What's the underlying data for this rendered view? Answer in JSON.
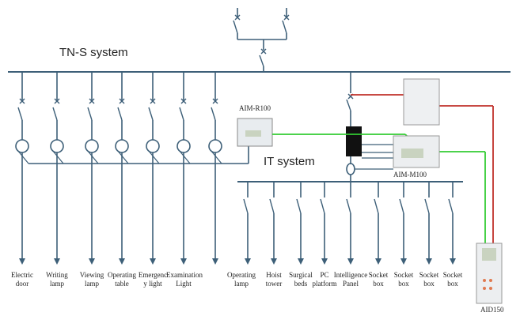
{
  "titles": {
    "tns": "TN-S system",
    "it": "IT system"
  },
  "devices": {
    "r100": "AIM-R100",
    "m100": "AIM-M100",
    "aid150": "AID150"
  },
  "tns_loads": [
    {
      "line1": "Electric",
      "line2": "door"
    },
    {
      "line1": "Writing",
      "line2": "lamp"
    },
    {
      "line1": "Viewing",
      "line2": "lamp"
    },
    {
      "line1": "Operating",
      "line2": "table"
    },
    {
      "line1": "Emergenc",
      "line2": "y light"
    },
    {
      "line1": "Examination",
      "line2": "Light"
    }
  ],
  "it_loads": [
    {
      "line1": "Operating",
      "line2": "lamp"
    },
    {
      "line1": "Hoist",
      "line2": "tower"
    },
    {
      "line1": "Surgical",
      "line2": "beds"
    },
    {
      "line1": "PC",
      "line2": "platform"
    },
    {
      "line1": "Intelligence",
      "line2": "Panel"
    },
    {
      "line1": "Socket",
      "line2": "box"
    },
    {
      "line1": "Socket",
      "line2": "box"
    },
    {
      "line1": "Socket",
      "line2": "box"
    },
    {
      "line1": "Socket",
      "line2": "box"
    }
  ],
  "colors": {
    "line": "#3d5f78",
    "signal": "#33cc33",
    "alarm": "#c0302a"
  }
}
